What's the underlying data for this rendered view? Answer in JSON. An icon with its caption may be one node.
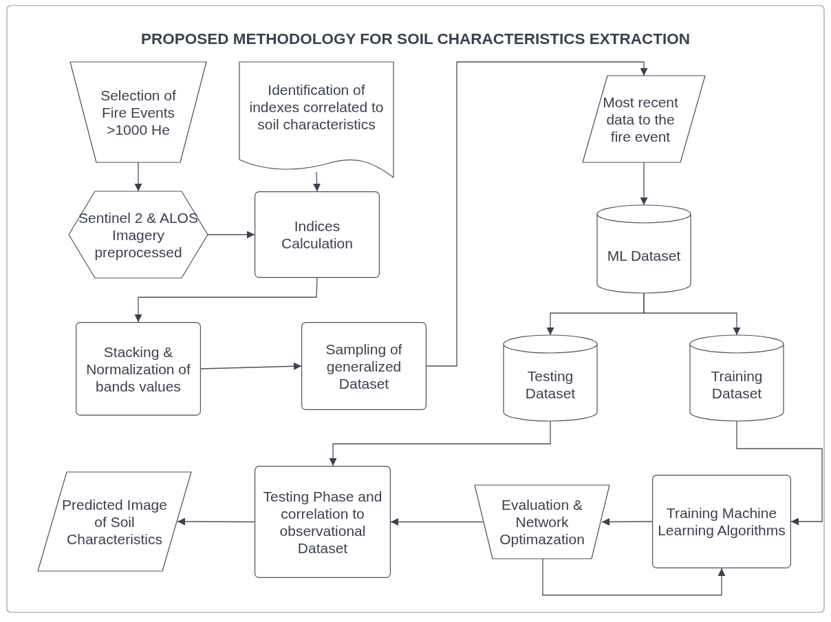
{
  "diagram": {
    "title": "PROPOSED METHODOLOGY FOR SOIL CHARACTERISTICS EXTRACTION",
    "nodes": [
      {
        "text": [
          "Selection of Fire Events >1000 He"
        ]
      },
      {
        "text": [
          "Identification of indexes  correlated to soil characteristics"
        ]
      },
      {
        "text": [
          "Sentinel 2 & ALOS Imagery preprocessed"
        ]
      },
      {
        "text": [
          "Indices Calculation"
        ]
      },
      {
        "text": [
          "Stacking & Normalization of bands values"
        ]
      },
      {
        "text": [
          "Sampling of generalized Dataset"
        ]
      },
      {
        "text": [
          "Most recent data to the fire event"
        ]
      },
      {
        "text": [
          "ML Dataset"
        ]
      },
      {
        "text": [
          "Testing Dataset"
        ]
      },
      {
        "text": [
          "Training Dataset"
        ]
      },
      {
        "text": [
          "Testing Phase and correlation to observational Dataset"
        ]
      },
      {
        "text": [
          "Evaluation & Network Optimazation"
        ]
      },
      {
        "text": [
          "Training Machine Learning Algorithms"
        ]
      },
      {
        "text": [
          "Predicted Image of Soil Characteristics"
        ]
      }
    ],
    "edges": [
      {
        "from": 0,
        "to": 2,
        "arrow": "to"
      },
      {
        "from": 1,
        "to": 3,
        "arrow": "to"
      },
      {
        "from": 2,
        "to": 3,
        "arrow": "to"
      },
      {
        "from": 3,
        "to": 4,
        "arrow": "to"
      },
      {
        "from": 4,
        "to": 5,
        "arrow": "to"
      },
      {
        "from": 5,
        "to": 6,
        "arrow": "to"
      },
      {
        "from": 6,
        "to": 7,
        "arrow": "to"
      },
      {
        "from": 7,
        "to": 8,
        "arrow": "to"
      },
      {
        "from": 7,
        "to": 9,
        "arrow": "to"
      },
      {
        "from": 9,
        "to": 12,
        "arrow": "to"
      },
      {
        "from": 8,
        "to": 10,
        "arrow": "to"
      },
      {
        "from": 12,
        "to": 11,
        "arrow": "to"
      },
      {
        "from": 11,
        "to": 10,
        "arrow": "to"
      },
      {
        "from": 10,
        "to": 13,
        "arrow": "to"
      },
      {
        "from": 11,
        "to": 12,
        "arrow": "to"
      }
    ]
  }
}
